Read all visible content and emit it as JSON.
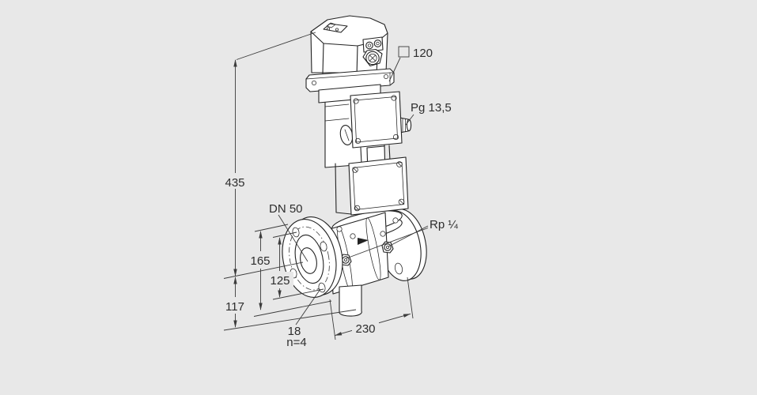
{
  "drawing": {
    "colors": {
      "bg_color": "#e8e8e8",
      "line_color": "#232323",
      "dim_color": "#3c3c3c",
      "text_color": "#2d2d2d",
      "fill_color": "#ffffff"
    },
    "labels": {
      "total_height": "435",
      "actuator_square_size": "120",
      "cable_gland": "Pg 13,5",
      "nominal_bore": "DN 50",
      "test_connection": "Rp ¼",
      "flange_outer_diameter": "165",
      "bolt_circle_diameter": "125",
      "lower_height": "117",
      "bolt_hole_diameter": "18",
      "bolt_hole_count": "n=4",
      "overall_length": "230"
    }
  }
}
